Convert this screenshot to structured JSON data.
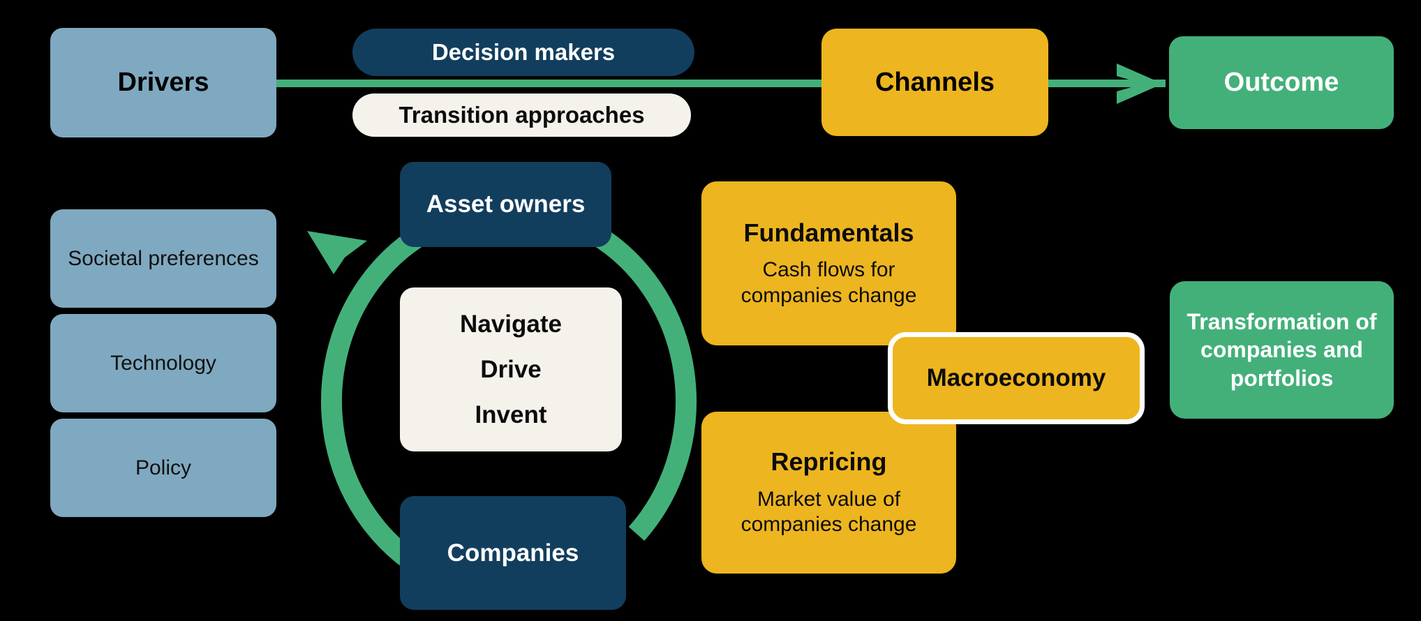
{
  "diagram": {
    "background_color": "#000000",
    "palette": {
      "steel_blue": "#7FA9C0",
      "navy": "#123E5E",
      "yellow": "#EDB51F",
      "green": "#43B07A",
      "cream": "#F5F2EC",
      "white": "#FFFFFF",
      "black": "#000000"
    },
    "flow": {
      "drivers_label": "Drivers",
      "channels_label": "Channels",
      "outcome_label": "Outcome",
      "arrow_icon": "right-arrow-icon",
      "line_color": "#43B07A"
    },
    "drivers": [
      {
        "label": "Societal preferences"
      },
      {
        "label": "Technology"
      },
      {
        "label": "Policy"
      }
    ],
    "decision_layer": {
      "decision_makers_label": "Decision makers",
      "transition_approaches_label": "Transition approaches"
    },
    "cycle": {
      "ring_icon": "circular-arrow-icon",
      "top_node": "Asset owners",
      "bottom_node": "Companies",
      "actions": [
        "Navigate",
        "Drive",
        "Invent"
      ]
    },
    "channel_cards": [
      {
        "title": "Fundamentals",
        "subtitle": "Cash flows for companies change"
      },
      {
        "title": "Repricing",
        "subtitle": "Market value of companies change"
      }
    ],
    "macroeconomy": {
      "label": "Macroeconomy"
    },
    "outcome_detail": {
      "label": "Transformation of companies and portfolios"
    }
  }
}
